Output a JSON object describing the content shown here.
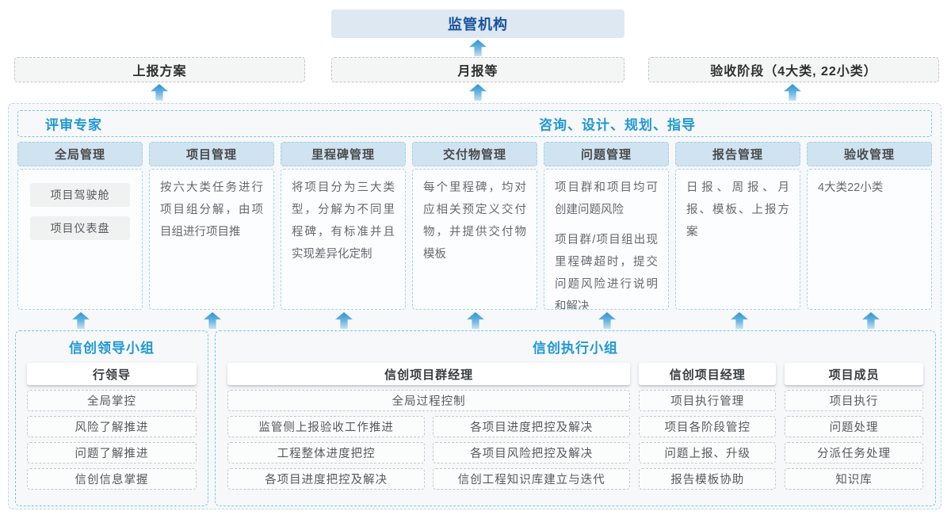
{
  "top": {
    "regulator": "监管机构",
    "channels": [
      "上报方案",
      "月报等",
      "验收阶段（4大类, 22小类）"
    ]
  },
  "header": {
    "left": "评审专家",
    "right": "咨询、设计、规划、指导"
  },
  "columns": [
    {
      "title": "全局管理",
      "boxes": [
        "项目驾驶舱",
        "项目仪表盘"
      ]
    },
    {
      "title": "项目管理",
      "paragraphs": [
        "按六大类任务进行项目组分解，由项目组进行项目推"
      ]
    },
    {
      "title": "里程碑管理",
      "paragraphs": [
        "将项目分为三大类型，分解为不同里程碑，有标准并且实现差异化定制"
      ]
    },
    {
      "title": "交付物管理",
      "paragraphs": [
        "每个里程碑，均对应相关预定义交付物，并提供交付物模板"
      ]
    },
    {
      "title": "问题管理",
      "paragraphs": [
        "项目群和项目均可创建问题风险",
        "项目群/项目组出现里程碑超时，提交问题风险进行说明和解决"
      ]
    },
    {
      "title": "报告管理",
      "paragraphs": [
        "日报、周报、月报、模板、上报方案"
      ]
    },
    {
      "title": "验收管理",
      "paragraphs": [
        "4大类22小类"
      ]
    }
  ],
  "leader": {
    "title": "信创领导小组",
    "role": "行领导",
    "items": [
      "全局掌控",
      "风险了解推进",
      "问题了解推进",
      "信创信息掌握"
    ]
  },
  "exec": {
    "title": "信创执行小组",
    "pgm": {
      "role": "信创项目群经理",
      "full": "全局过程控制",
      "grid": [
        "监管侧上报验收工作推进",
        "各项目进度把控及解决",
        "工程整体进度把控",
        "各项目风险把控及解决",
        "各项目进度把控及解决",
        "信创工程知识库建立与迭代"
      ]
    },
    "pm": {
      "role": "信创项目经理",
      "items": [
        "项目执行管理",
        "项目各阶段管控",
        "问题上报、升级",
        "报告模板协助"
      ]
    },
    "member": {
      "role": "项目成员",
      "items": [
        "项目执行",
        "问题处理",
        "分派任务处理",
        "知识库"
      ]
    }
  },
  "colors": {
    "regulator_text": "#17519e",
    "regulator_bg": "#dde8f3",
    "accent_blue": "#2098d5",
    "group_border": "#7cc5e8",
    "column_border": "#a5d2eb",
    "column_header_bg": "#cfe3f0",
    "arrow_blue": "#2b94d2",
    "container_bg": "#f7f8f9"
  }
}
